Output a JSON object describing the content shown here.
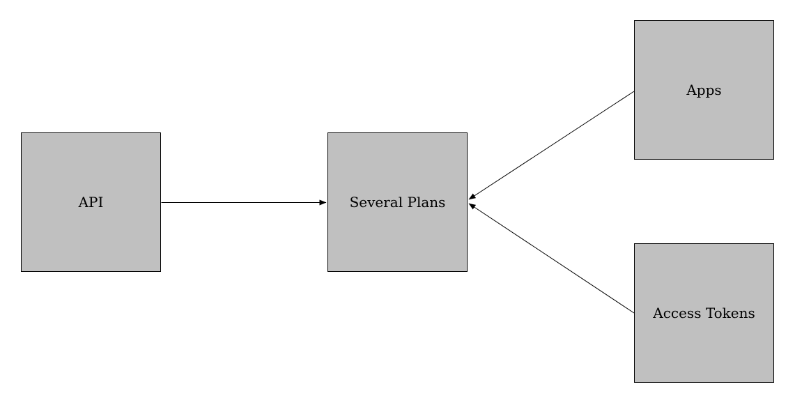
{
  "diagram": {
    "type": "flow-diagram",
    "background": "#ffffff",
    "nodes": [
      {
        "id": "api",
        "label": "API"
      },
      {
        "id": "several_plans",
        "label": "Several Plans"
      },
      {
        "id": "apps",
        "label": "Apps"
      },
      {
        "id": "access_tokens",
        "label": "Access Tokens"
      }
    ],
    "edges": [
      {
        "from": "API",
        "to": "Several Plans",
        "direction": "arrow-into-right-side-of-target-from-left"
      },
      {
        "from": "Apps",
        "to": "Several Plans",
        "direction": "diagonal-down-left-into-right-edge"
      },
      {
        "from": "Access Tokens",
        "to": "Several Plans",
        "direction": "diagonal-up-left-into-right-edge"
      }
    ],
    "colors": {
      "node_fill": "#c0c0c0",
      "node_border": "#000000",
      "edge": "#000000",
      "background": "#ffffff",
      "text": "#000000"
    }
  }
}
